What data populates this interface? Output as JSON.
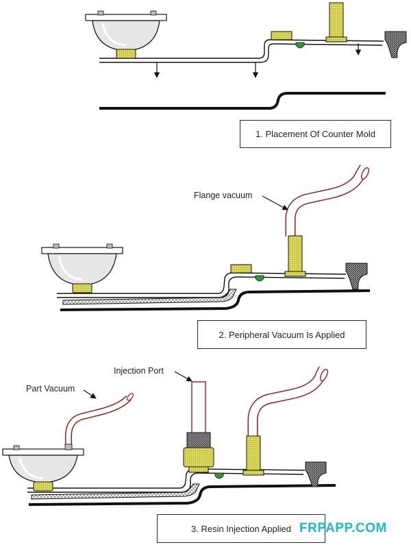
{
  "steps": [
    {
      "caption": "1. Placement Of Counter Mold"
    },
    {
      "caption": "2. Peripheral Vacuum Is Applied",
      "callouts": {
        "flange": "Flange vacuum"
      }
    },
    {
      "caption": "3. Resin Injection Applied",
      "callouts": {
        "part": "Part Vacuum",
        "injection": "Injection Port"
      }
    }
  ],
  "watermark": "FRPAPP.COM",
  "colors": {
    "hose": "#9b1c1c",
    "fitting": "#e0dc5c",
    "valve": "#2e9b3a",
    "laminate": "#c8c8c8",
    "outline": "#111111"
  }
}
